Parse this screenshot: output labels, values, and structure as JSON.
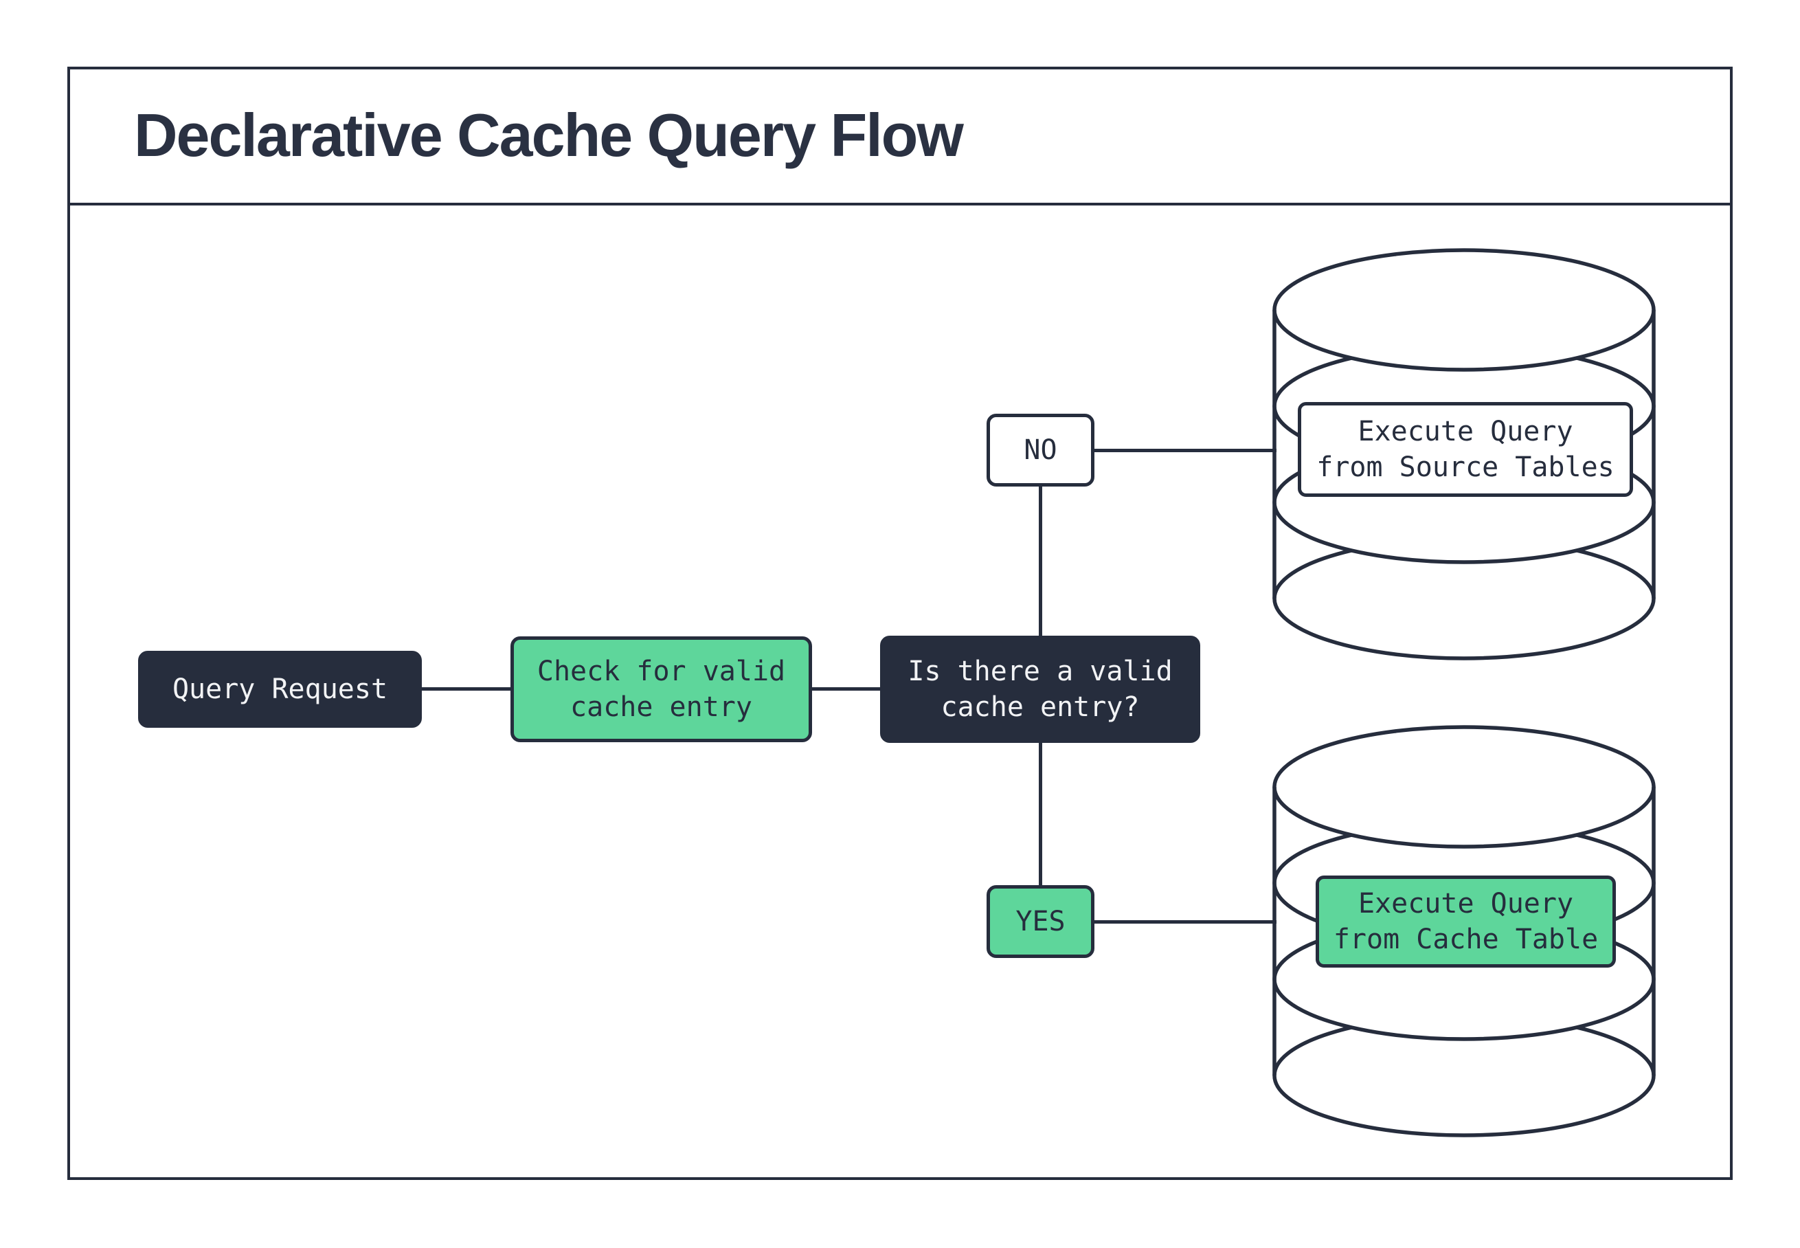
{
  "title": "Declarative Cache Query Flow",
  "colors": {
    "navy": "#262D3D",
    "green": "#5ED69B",
    "light_text": "#F2F3F5",
    "background": "#FFFFFF"
  },
  "nodes": {
    "query_request": {
      "label": "Query Request"
    },
    "check_cache": {
      "line1": "Check for valid",
      "line2": "cache entry"
    },
    "decision": {
      "line1": "Is there a valid",
      "line2": "cache entry?"
    },
    "branch_no": {
      "label": "NO"
    },
    "branch_yes": {
      "label": "YES"
    },
    "source_db": {
      "line1": "Execute Query",
      "line2": "from Source Tables"
    },
    "cache_db": {
      "line1": "Execute Query",
      "line2": "from Cache Table"
    }
  }
}
